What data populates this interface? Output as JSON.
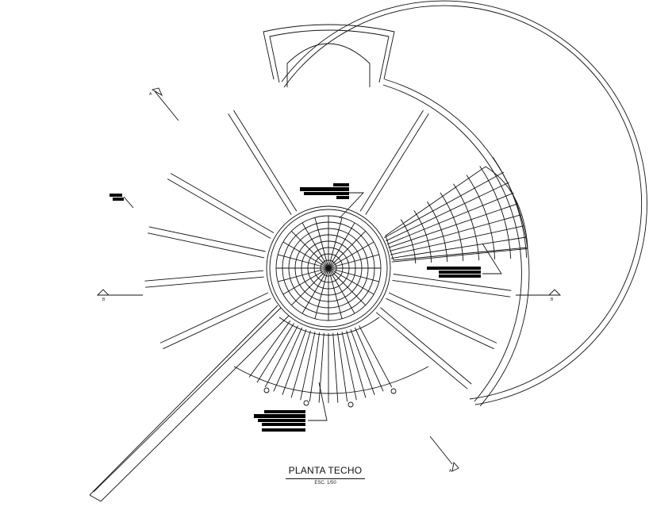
{
  "drawing": {
    "title": "PLANTA TECHO",
    "scale": "ESC. 1/50",
    "section_marks": {
      "a_top": "A",
      "a_bottom": "A",
      "b_left": "B",
      "b_right": "B"
    },
    "colors": {
      "line": "#111111",
      "background": "#ffffff",
      "redaction": "#000000"
    }
  }
}
